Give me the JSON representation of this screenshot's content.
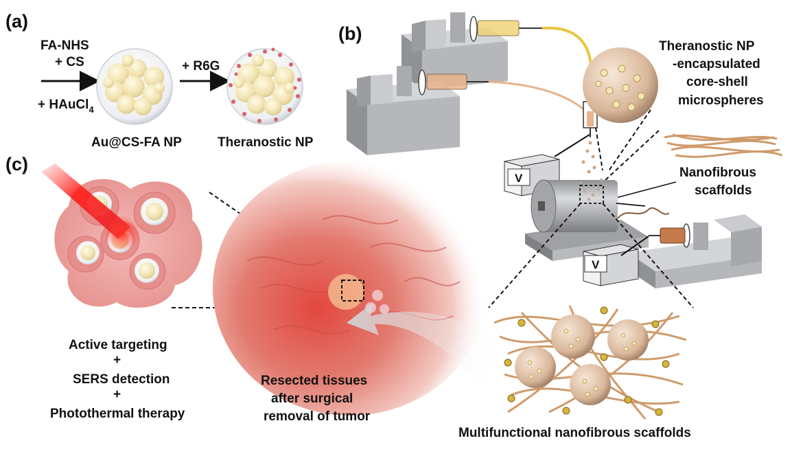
{
  "panels": {
    "a": "(a)",
    "b": "(b)",
    "c": "(c)"
  },
  "panel_a": {
    "reagent_1": "FA-NHS",
    "reagent_2": "+ CS",
    "reagent_3_prefix": "+ HAuCl",
    "reagent_3_subscript": "4",
    "step_2": "+ R6G",
    "product_1": "Au@CS-FA NP",
    "product_2": "Theranostic NP"
  },
  "panel_b": {
    "microsphere_label": [
      "Theranostic NP",
      "-encapsulated",
      "core-shell",
      "microspheres"
    ],
    "scaffold_label": [
      "Nanofibrous",
      "scaffolds"
    ],
    "voltage_label": "V",
    "bottom_caption": "Multifunctional nanofibrous scaffolds"
  },
  "panel_c": {
    "functions": [
      "Active targeting",
      "+",
      "SERS detection",
      "+",
      "Photothermal therapy"
    ],
    "tissue_caption": [
      "Resected tissues",
      "after surgical",
      "removal of tumor"
    ]
  },
  "colors": {
    "nanoparticle_core": "#f1e3b0",
    "shell": "#e6e8ec",
    "r6g_dots": "#d9606a",
    "laser": "#e8202a",
    "fiber": "#cf9a6a",
    "pump": "#a9abae",
    "tissue": "#d9605a"
  }
}
